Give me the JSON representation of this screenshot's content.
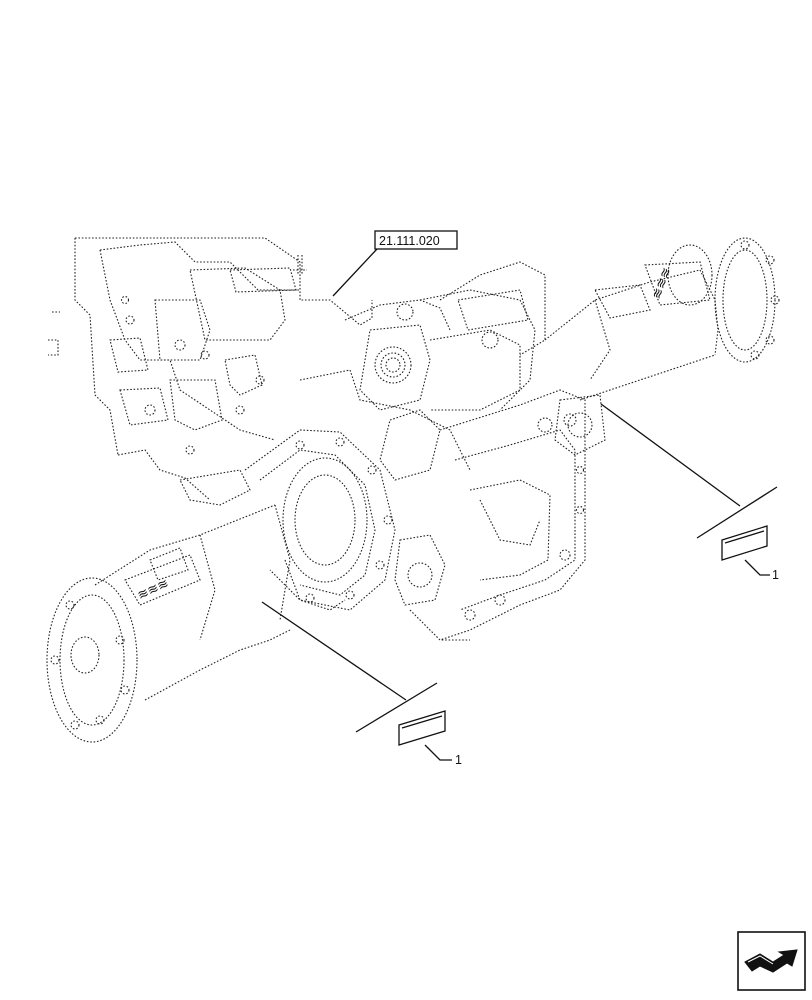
{
  "diagram": {
    "reference_label": "21.111.020",
    "callouts": [
      {
        "number": "1"
      },
      {
        "number": "1"
      }
    ]
  },
  "icons": {
    "nav_arrow": "next-page-arrow-icon"
  }
}
